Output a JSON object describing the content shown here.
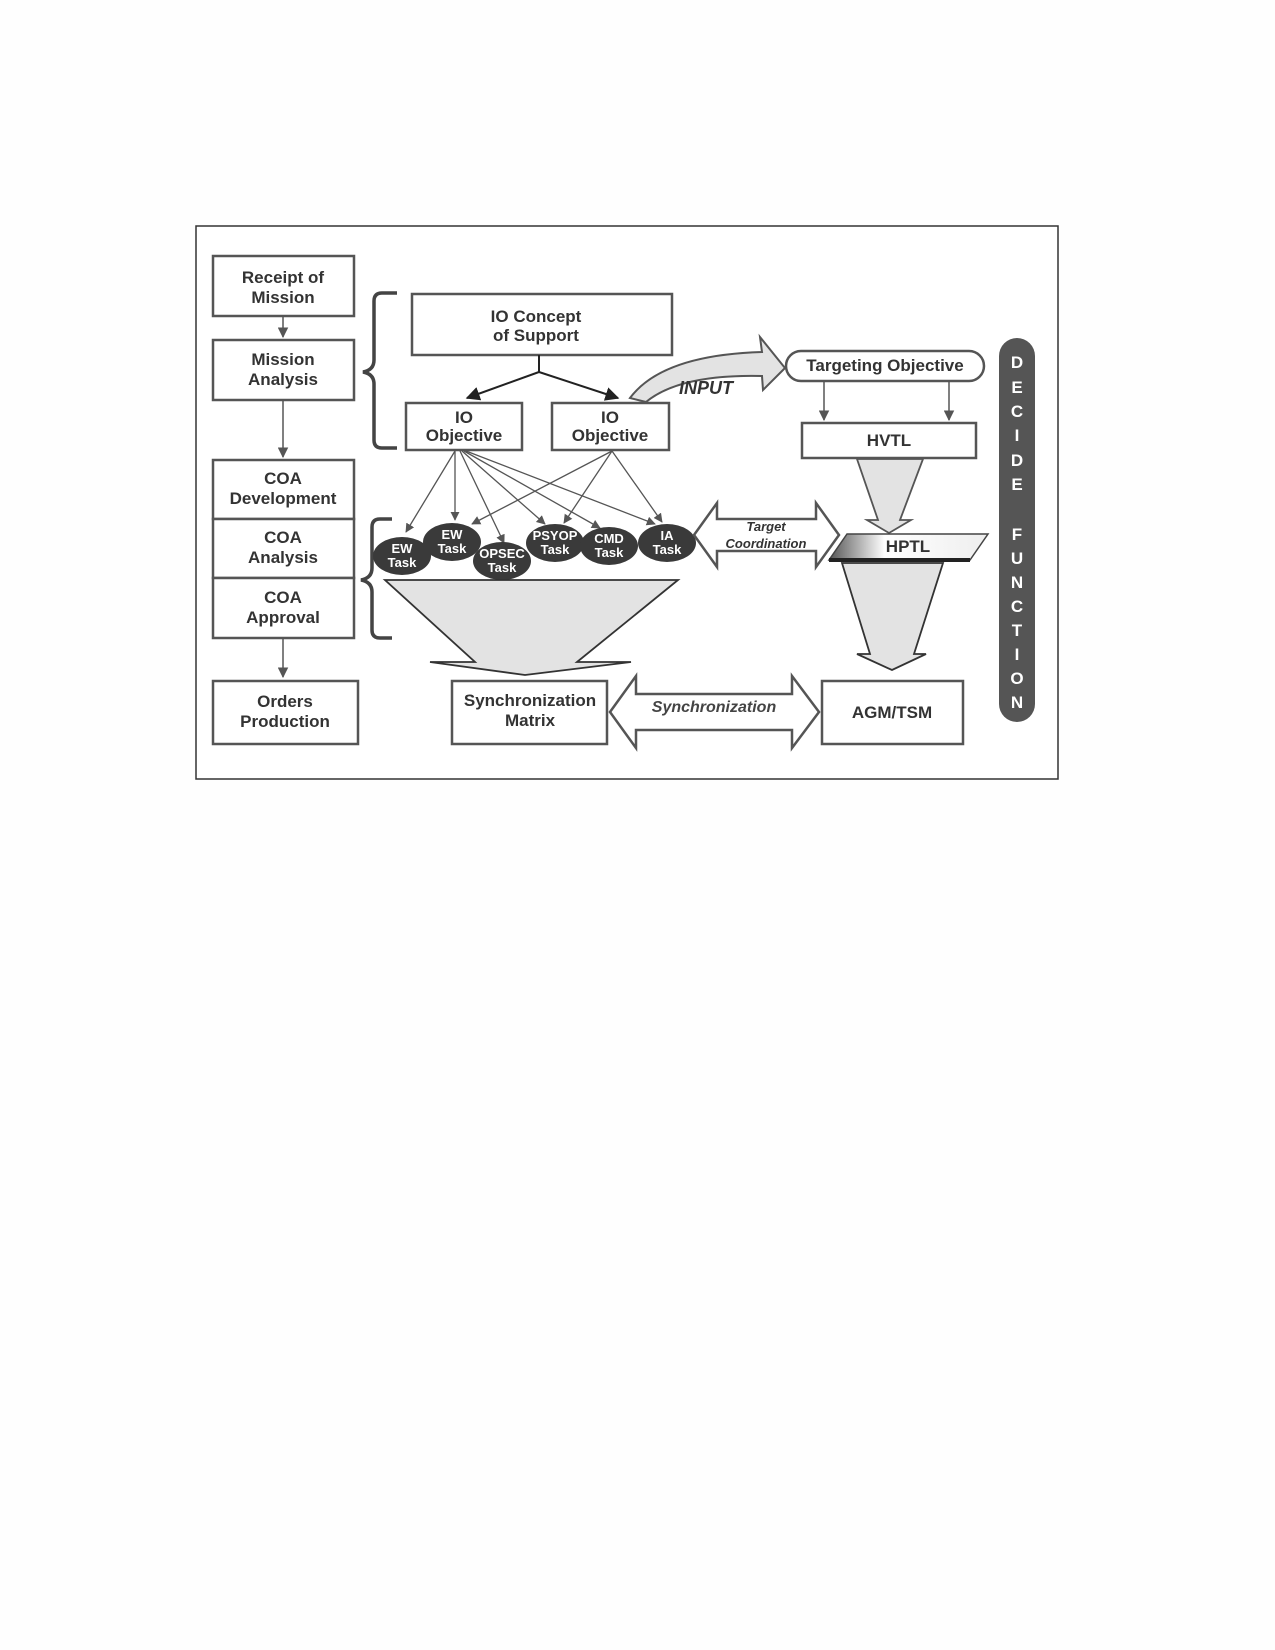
{
  "process_steps": {
    "receipt_of_mission": [
      "Receipt of",
      "Mission"
    ],
    "mission_analysis": [
      "Mission",
      "Analysis"
    ],
    "coa_development": [
      "COA",
      "Development"
    ],
    "coa_analysis": [
      "COA",
      "Analysis"
    ],
    "coa_approval": [
      "COA",
      "Approval"
    ],
    "orders_production": [
      "Orders",
      "Production"
    ]
  },
  "io": {
    "concept_of_support": [
      "IO Concept",
      "of Support"
    ],
    "objective_1": [
      "IO",
      "Objective"
    ],
    "objective_2": [
      "IO",
      "Objective"
    ]
  },
  "tasks": [
    {
      "lines": [
        "EW",
        "Task"
      ]
    },
    {
      "lines": [
        "EW",
        "Task"
      ]
    },
    {
      "lines": [
        "OPSEC",
        "Task"
      ]
    },
    {
      "lines": [
        "PSYOP",
        "Task"
      ]
    },
    {
      "lines": [
        "CMD",
        "Task"
      ]
    },
    {
      "lines": [
        "IA",
        "Task"
      ]
    }
  ],
  "targeting": {
    "input_label": "INPUT",
    "targeting_objective": "Targeting Objective",
    "hvtl": "HVTL",
    "hptl": "HPTL",
    "target_coordination": [
      "Target",
      "Coordination"
    ]
  },
  "outputs": {
    "synchronization_matrix": [
      "Synchronization",
      "Matrix"
    ],
    "synchronization_label": "Synchronization",
    "agm_tsm": "AGM/TSM"
  },
  "side_banner": {
    "letters": [
      "D",
      "E",
      "C",
      "I",
      "D",
      "E",
      "F",
      "U",
      "N",
      "C",
      "T",
      "I",
      "O",
      "N"
    ]
  },
  "colors": {
    "box_stroke": "#555555",
    "task_fill": "#3a3a3a",
    "funnel_fill": "#e3e3e3",
    "banner_fill": "#555555"
  }
}
